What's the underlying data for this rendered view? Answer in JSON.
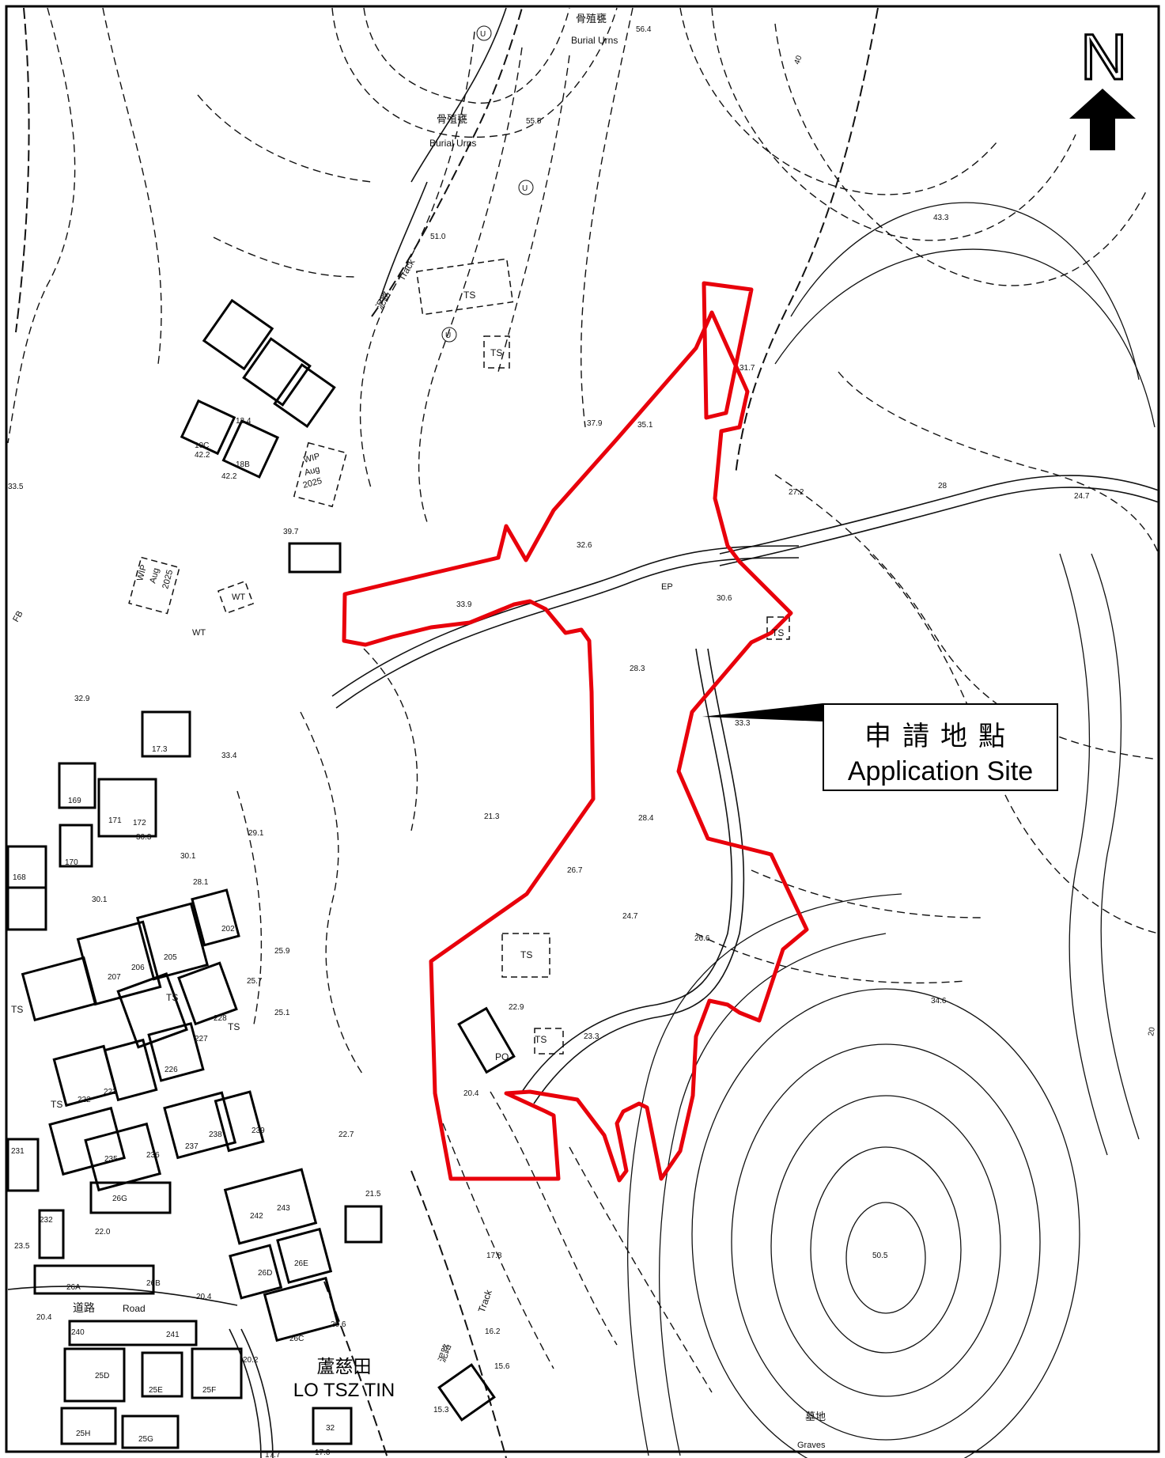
{
  "north_arrow": {
    "letter": "N"
  },
  "application_site": {
    "label_cn": "申請地點",
    "label_en": "Application Site"
  },
  "place_name": {
    "cn": "蘆慈田",
    "en": "LO TSZ TIN"
  },
  "feature_labels": [
    "骨殖甕",
    "Burial Urns",
    "骨殖甕",
    "Burial Urns",
    "泥路",
    "Track",
    "TS",
    "TS",
    "TS",
    "TS",
    "TS",
    "TS",
    "TS",
    "TS",
    "TS",
    "WIP",
    "Aug",
    "2025",
    "WIP",
    "Aug",
    "2025",
    "WT",
    "WT",
    "EP",
    "FB",
    "PO",
    "道路",
    "Road",
    "泥路",
    "Track",
    "墓地",
    "Graves",
    "U",
    "U",
    "U"
  ],
  "building_numbers": [
    "10C",
    "18B",
    "17.3",
    "169",
    "171",
    "172",
    "170",
    "168",
    "202",
    "205",
    "206",
    "207",
    "228",
    "227",
    "226",
    "222",
    "223",
    "237",
    "238",
    "239",
    "235",
    "236",
    "231",
    "232",
    "26G",
    "242",
    "243",
    "26E",
    "26D",
    "26A",
    "26B",
    "240",
    "241",
    "26C",
    "25D",
    "25E",
    "25F",
    "25H",
    "25G",
    "32"
  ],
  "spot_heights": [
    "56.4",
    "55.5",
    "51.0",
    "43.3",
    "37.9",
    "35.1",
    "31.7",
    "27.2",
    "28",
    "24.7",
    "32.6",
    "33.9",
    "30.6",
    "28.3",
    "33.3",
    "21.3",
    "28.4",
    "26.7",
    "24.7",
    "26.6",
    "22.9",
    "23.3",
    "20.4",
    "34.6",
    "50.5",
    "13.4",
    "42.2",
    "42.2",
    "39.7",
    "33.5",
    "32.9",
    "33.4",
    "30.3",
    "30.1",
    "30.1",
    "29.1",
    "28.1",
    "25.9",
    "25.7",
    "25.1",
    "22.7",
    "21.5",
    "23.5",
    "22.0",
    "20.4",
    "20.4",
    "20.6",
    "20.2",
    "17.8",
    "16.2",
    "15.6",
    "15.3",
    "17.7",
    "17.0",
    "40",
    "20"
  ],
  "colors": {
    "site_boundary": "#e8000b",
    "linework": "#111111",
    "background": "#ffffff"
  }
}
